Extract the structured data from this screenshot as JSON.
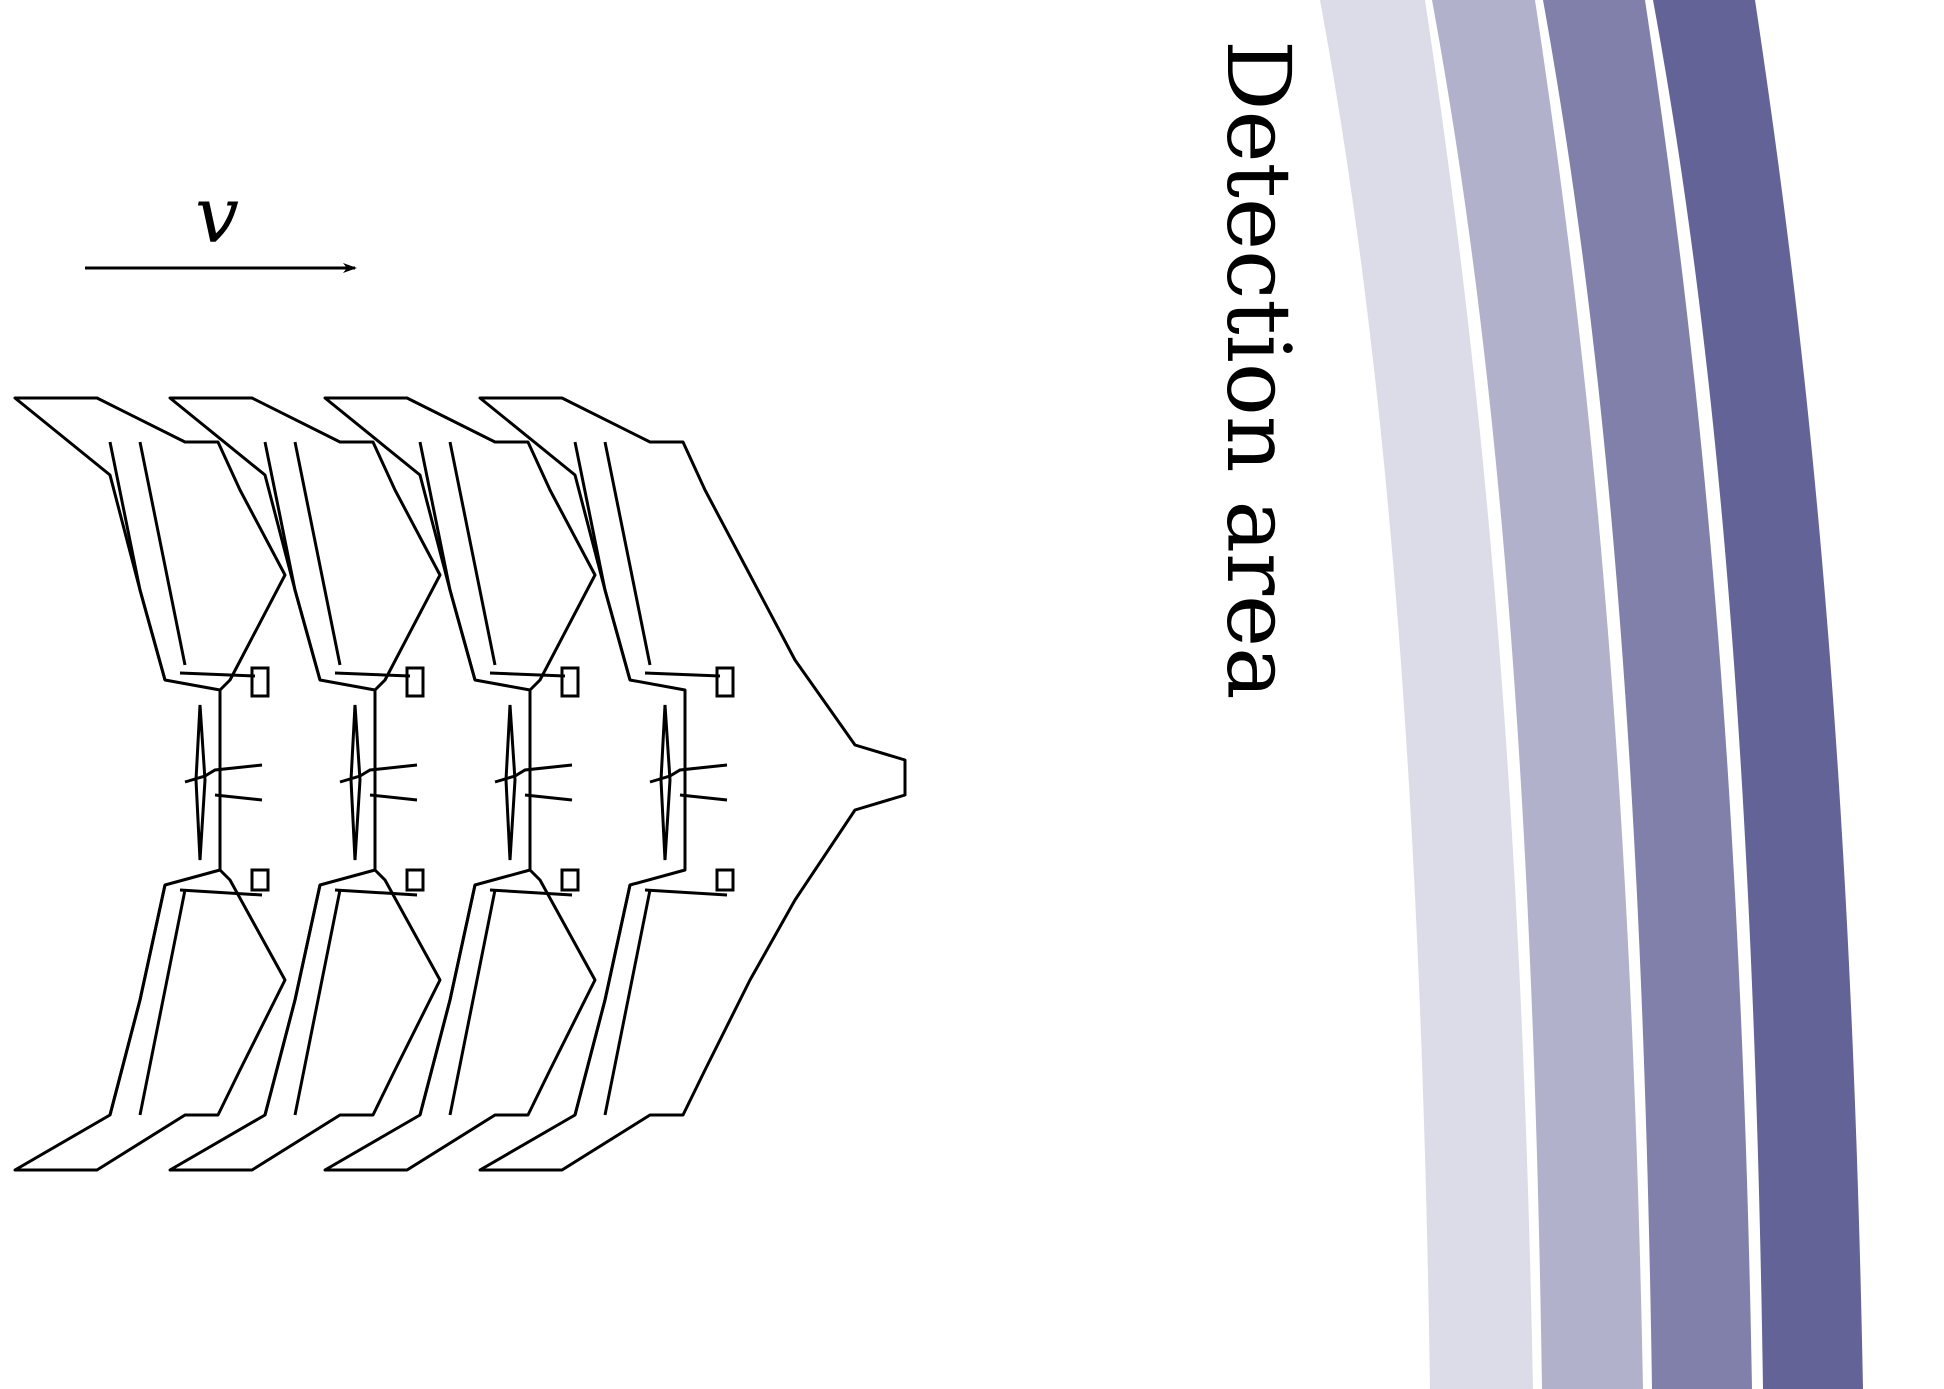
{
  "labels": {
    "velocity": "v",
    "detection_area": "Detection area"
  },
  "colors": {
    "band_1": "#dcdce8",
    "band_2": "#b1b1cc",
    "band_3": "#8080aa",
    "band_4": "#636397",
    "stroke": "#000000"
  },
  "diagram": {
    "aircraft_frames": 4,
    "detection_bands": 4
  }
}
